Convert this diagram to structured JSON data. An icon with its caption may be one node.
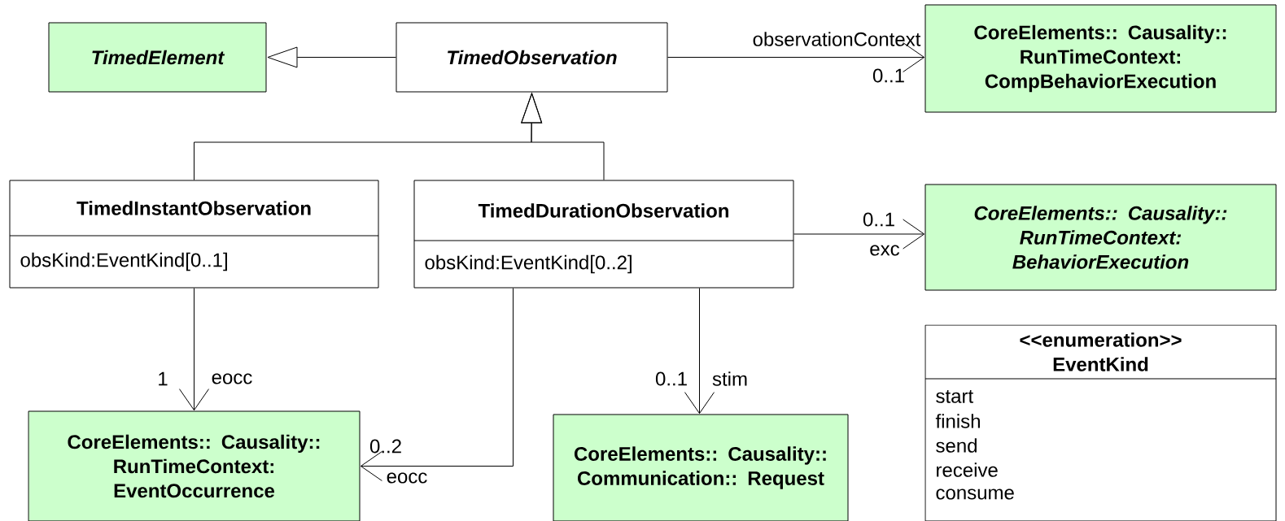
{
  "diagram": {
    "nodes": [
      {
        "text": [
          "TimedElement"
        ]
      },
      {
        "text": [
          "TimedObservation"
        ]
      },
      {
        "text": [
          "CoreElements:: Causality:: RunTimeContext: CompBehaviorExecution"
        ]
      },
      {
        "text": [
          "TimedInstantObservation",
          "obsKind:EventKind[0..1]"
        ]
      },
      {
        "text": [
          "TimedDurationObservation",
          "obsKind:EventKind[0..2]"
        ]
      },
      {
        "text": [
          "CoreElements:: Causality:: RunTimeContext: BehaviorExecution"
        ]
      },
      {
        "text": [
          "<<enumeration>> EventKind",
          "start",
          "finish",
          "send",
          "receive",
          "consume"
        ]
      },
      {
        "text": [
          "CoreElements:: Causality:: RunTimeContext: EventOccurrence"
        ]
      },
      {
        "text": [
          "CoreElements:: Causality:: Communication:: Request"
        ]
      }
    ],
    "edges": [
      {
        "from": 1,
        "to": 0,
        "arrow": "to"
      },
      {
        "from": 3,
        "to": 1,
        "arrow": "to"
      },
      {
        "from": 4,
        "to": 1,
        "arrow": "to"
      },
      {
        "from": 1,
        "to": 2,
        "arrow": "to",
        "label": "observationContext"
      },
      {
        "from": 4,
        "to": 5,
        "arrow": "to",
        "label": "exc"
      },
      {
        "from": 3,
        "to": 7,
        "arrow": "to",
        "label": "eocc"
      },
      {
        "from": 4,
        "to": 7,
        "arrow": "to",
        "label": "eocc"
      },
      {
        "from": 4,
        "to": 8,
        "arrow": "to",
        "label": "stim"
      }
    ],
    "labels": [
      "0..1",
      "0..1",
      "1",
      "0..1",
      "0..2"
    ]
  }
}
